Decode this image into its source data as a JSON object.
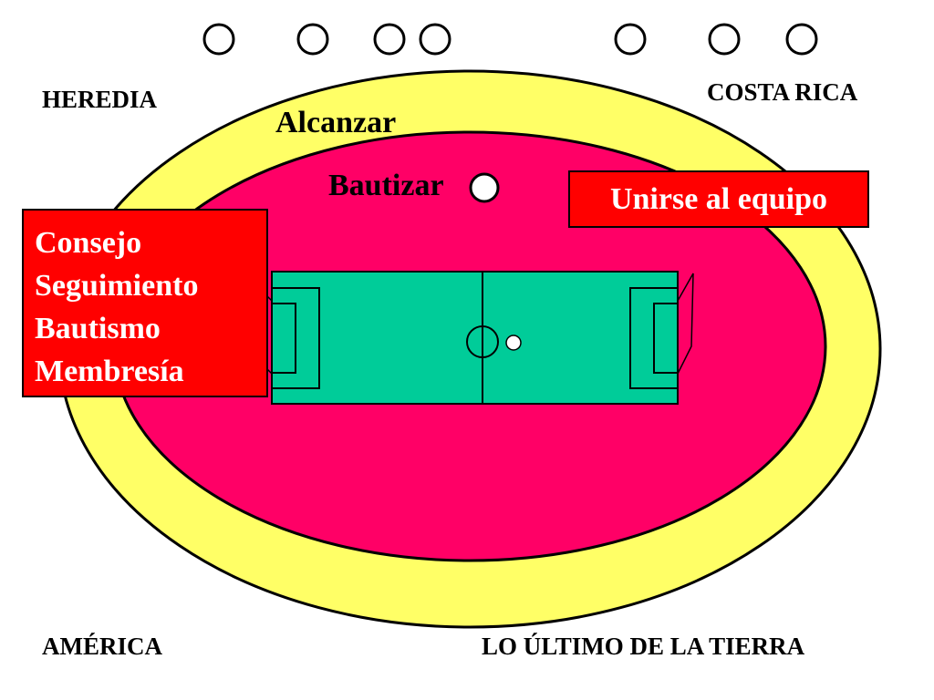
{
  "places": {
    "heredia": "HEREDIA",
    "costa_rica": "COSTA RICA",
    "america": "AMÉRICA",
    "ultimo": "LO ÚLTIMO DE LA TIERRA"
  },
  "actions": {
    "alcanzar": "Alcanzar",
    "bautizar": "Bautizar",
    "unirse": "Unirse al equipo"
  },
  "steps": [
    "Consejo",
    "Seguimiento",
    "Bautismo",
    "Membresía"
  ],
  "colors": {
    "outer_ring": "#ffff66",
    "inner_ring": "#ff0066",
    "field": "#00cc99",
    "box": "#ff0000",
    "ball": "#ffffff"
  },
  "icons": [
    "player-circle-icon",
    "ball-icon",
    "soccer-field-icon"
  ]
}
